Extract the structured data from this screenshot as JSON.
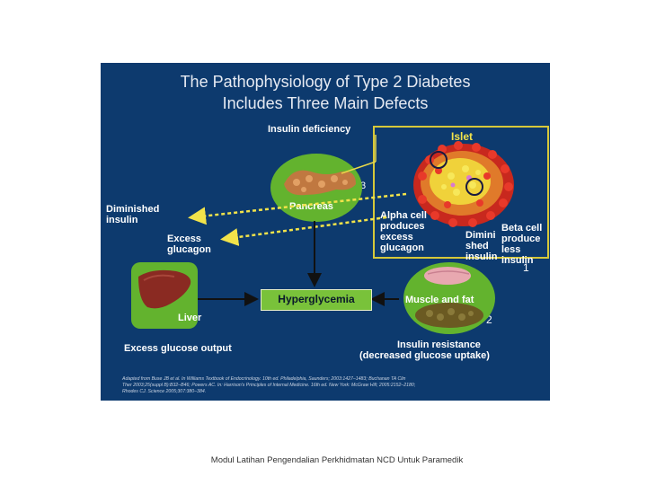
{
  "slide": {
    "title_line1": "The Pathophysiology of Type 2 Diabetes",
    "title_line2": "Includes Three Main Defects",
    "insulin_deficiency": "Insulin deficiency",
    "islet": "Islet",
    "pancreas": "Pancreas",
    "num_3": "3",
    "num_1": "1",
    "num_2": "2",
    "diminished_insulin_1": "Diminished",
    "diminished_insulin_2": "insulin",
    "excess_glucagon_1": "Excess",
    "excess_glucagon_2": "glucagon",
    "alpha_cell_1": "Alpha cell",
    "alpha_cell_2": "produces",
    "alpha_cell_3": "excess",
    "alpha_cell_4": "glucagon",
    "beta_cell_1": "Beta cell",
    "beta_cell_2": "produce",
    "beta_cell_3": "less insulin",
    "dimini_1": "Dimini",
    "dimini_2": "shed",
    "dimini_3": "insulin",
    "hyperglycemia": "Hyperglycemia",
    "liver": "Liver",
    "muscle_fat": "Muscle and fat",
    "excess_glucose": "Excess glucose output",
    "insulin_resistance_1": "Insulin resistance",
    "insulin_resistance_2": "(decreased glucose uptake)",
    "citation_1": "Adapted from Buse JB et al. In Williams Textbook of Endocrinology. 10th ed. Philadelphia, Saunders; 2003:1427–1483; Buchanan TA Clin",
    "citation_2": "Ther 2003;25(suppl B):B32–B46; Powers AC. In: Harrison's Principles of Internal Medicine. 16th ed. New York: McGraw Hill; 2005:2152–2180;",
    "citation_3": "Rhodes CJ. Science 2005;307:380–384."
  },
  "footer": "Modul Latihan Pengendalian Perkhidmatan NCD Untuk Paramedik",
  "colors": {
    "background": "#0d3a6e",
    "yellow_label": "#f2e34a",
    "green_box": "#63b32e"
  }
}
